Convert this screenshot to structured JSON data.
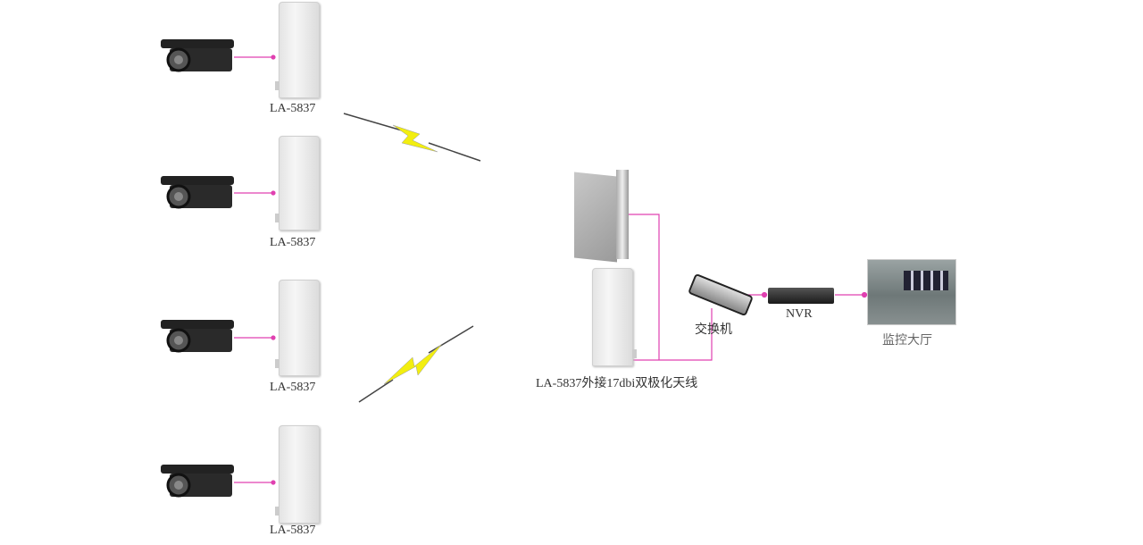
{
  "remote_bridges": [
    {
      "label": "LA-5837"
    },
    {
      "label": "LA-5837"
    },
    {
      "label": "LA-5837"
    },
    {
      "label": "LA-5837"
    }
  ],
  "central": {
    "label": "LA-5837外接17dbi双极化天线"
  },
  "switch": {
    "label": "交换机"
  },
  "nvr": {
    "label": "NVR"
  },
  "hall": {
    "label": "监控大厅"
  },
  "colors": {
    "link": "#e040b0",
    "bolt": "#f2ee10"
  }
}
